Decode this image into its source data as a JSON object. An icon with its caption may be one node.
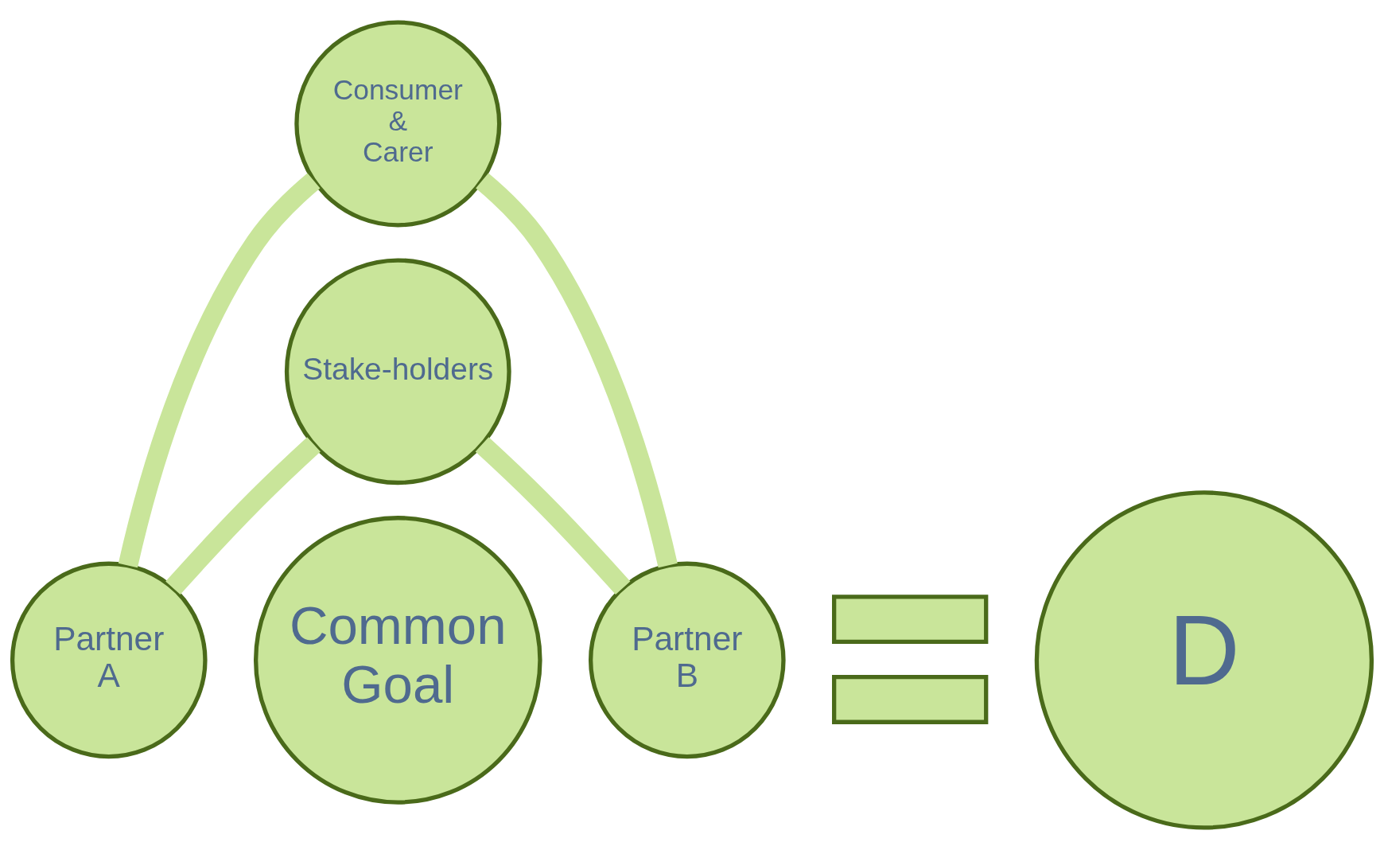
{
  "diagram": {
    "nodes": [
      {
        "text": [
          "Consumer & Carer"
        ]
      },
      {
        "text": [
          "Partner A"
        ]
      },
      {
        "text": [
          "Common Goal"
        ]
      },
      {
        "text": [
          "Partner B"
        ]
      },
      {
        "text": [],
        "shape": "bar"
      },
      {
        "text": [],
        "shape": "bar"
      },
      {
        "text": [
          "D"
        ]
      },
      {
        "text": [
          "Stake-holders"
        ]
      }
    ],
    "edges": [
      {
        "from": 1,
        "to": 0,
        "arrow": "none"
      },
      {
        "from": 0,
        "to": 3,
        "arrow": "none"
      },
      {
        "from": 3,
        "to": 7,
        "arrow": "none"
      },
      {
        "from": 7,
        "to": 1,
        "arrow": "none"
      }
    ]
  }
}
